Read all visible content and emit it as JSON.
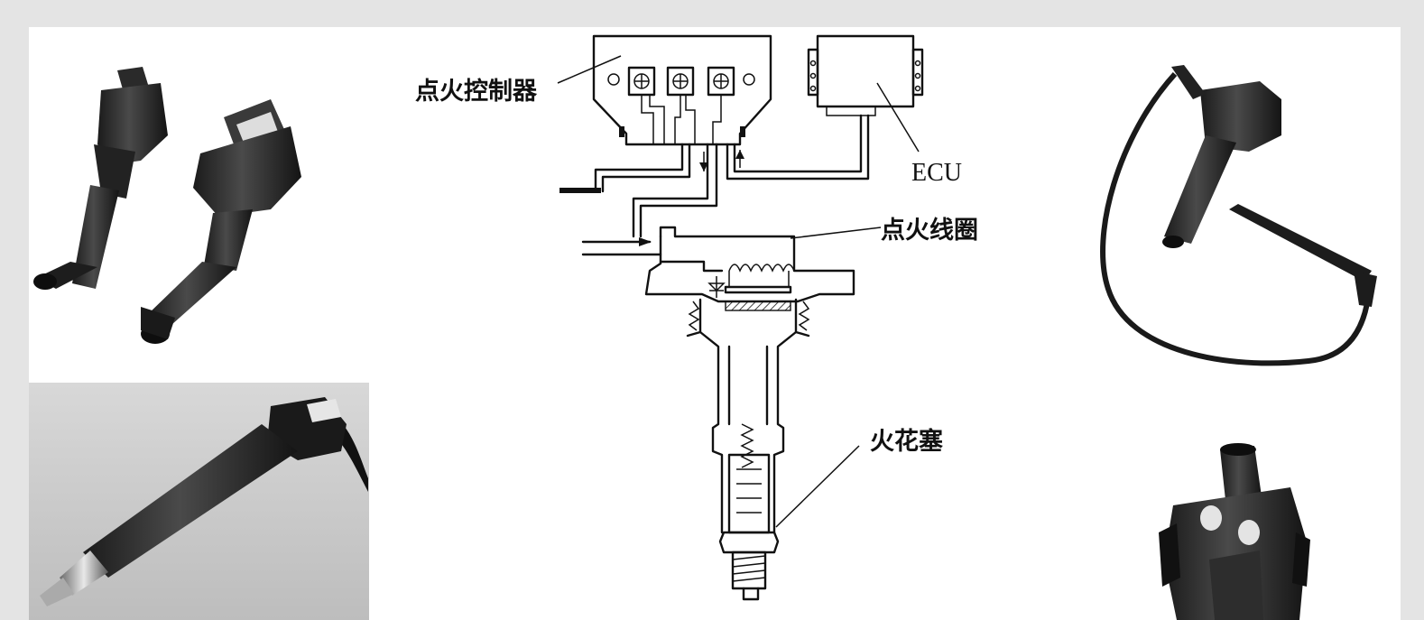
{
  "diagram": {
    "labels": {
      "ignition_controller": "点火控制器",
      "ecu": "ECU",
      "ignition_coil": "点火线圈",
      "spark_plug": "火花塞"
    }
  },
  "photos": [
    {
      "name": "photo-pencil-coils-pair"
    },
    {
      "name": "photo-coil-with-lead"
    },
    {
      "name": "photo-coil-on-plug-grey"
    },
    {
      "name": "photo-block-ignition-coil"
    }
  ],
  "colors": {
    "frame": "#e4e4e4",
    "panel": "#ffffff",
    "ink": "#111111",
    "photo_bg_grey": "#cfcfcf"
  }
}
